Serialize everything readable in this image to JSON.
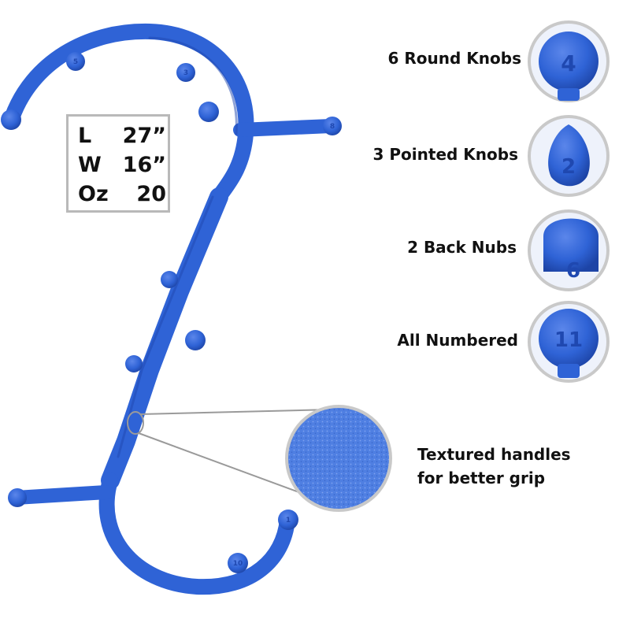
{
  "specs": {
    "rows": [
      {
        "key": "L",
        "value": "27”"
      },
      {
        "key": "W",
        "value": "16”"
      },
      {
        "key": "Oz",
        "value": "20"
      }
    ]
  },
  "features": {
    "round_knobs": {
      "label": "6 Round Knobs",
      "number": "4"
    },
    "pointed_knobs": {
      "label": "3 Pointed Knobs",
      "number": "2"
    },
    "back_nubs": {
      "label": "2 Back Nubs",
      "number": "6"
    },
    "numbered": {
      "label": "All Numbered",
      "number": "11"
    }
  },
  "texture": {
    "line1": "Textured handles",
    "line2": "for better grip"
  },
  "massager_knob_numbers": {
    "top_left": "5",
    "top_mid": "3",
    "right_handle": "8",
    "bottom_right": "1",
    "bottom_mid": "10"
  },
  "colors": {
    "product_blue": "#2f63d6",
    "product_blue_dark": "#1f48b0",
    "circle_border": "#c9c9c9",
    "text": "#111111"
  }
}
